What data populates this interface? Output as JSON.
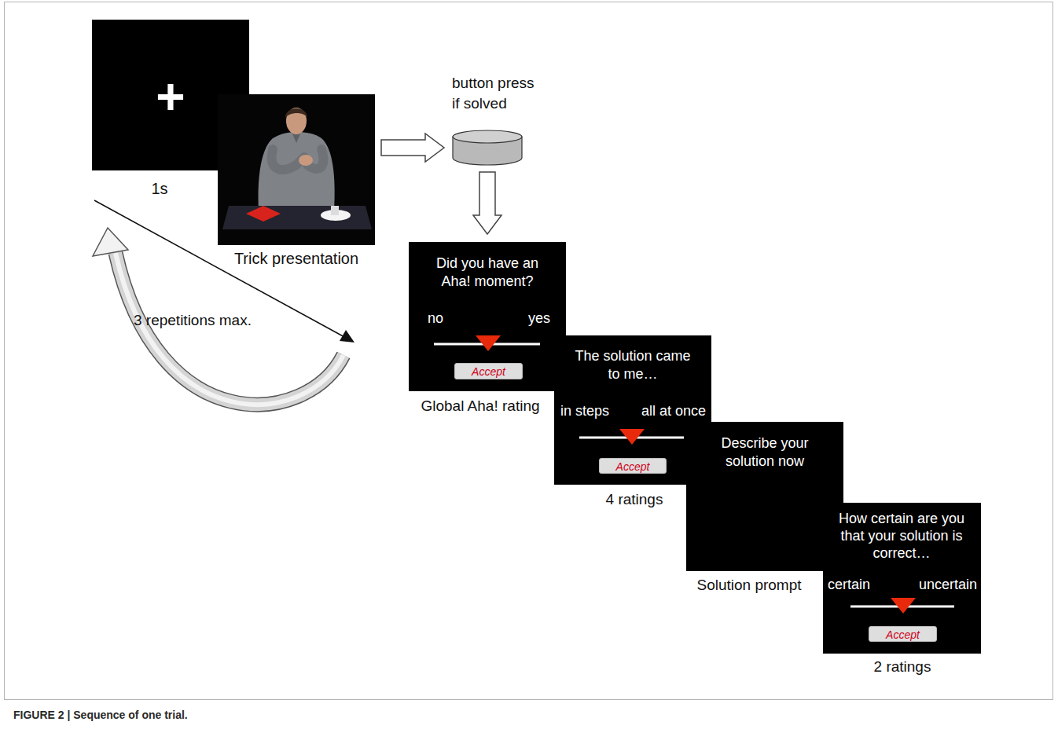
{
  "diagram": {
    "caption": "FIGURE 2 | Sequence of one trial.",
    "nodes": [
      {
        "text": [
          "+",
          "1s"
        ]
      },
      {
        "text": [
          "Trick presentation"
        ]
      },
      {
        "text": [
          "button press if solved"
        ]
      },
      {
        "text": [
          "Did you have an Aha! moment?",
          "no",
          "yes",
          "Global Aha! rating"
        ]
      },
      {
        "text": [
          "Accept"
        ],
        "in": 3
      },
      {
        "text": [
          "The solution came to me…",
          "in steps",
          "all at once",
          "4 ratings"
        ]
      },
      {
        "text": [
          "Accept"
        ],
        "in": 5
      },
      {
        "text": [
          "Describe your solution now",
          "Solution prompt"
        ]
      },
      {
        "text": [
          "How certain are you that your solution is correct…",
          "certain",
          "uncertain",
          "2 ratings"
        ]
      },
      {
        "text": [
          "Accept"
        ],
        "in": 8
      }
    ],
    "edges": [
      {
        "from": 1,
        "to": 2,
        "arrow": "to"
      },
      {
        "from": 2,
        "to": 3,
        "arrow": "to"
      }
    ],
    "labels": [
      "3 repetitions max."
    ]
  }
}
